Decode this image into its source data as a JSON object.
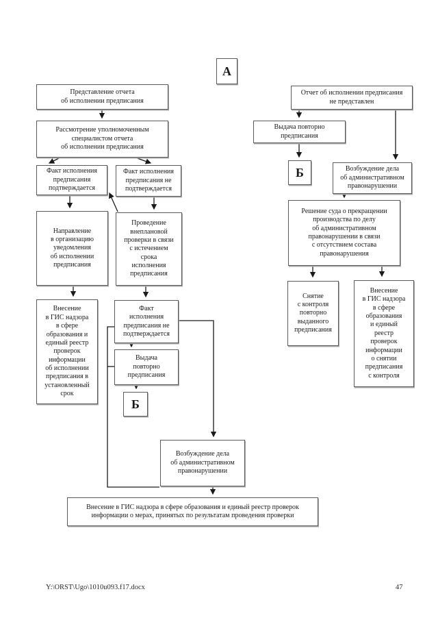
{
  "page": {
    "footer_path": "Y:\\ORST\\Ugo\\1010u093.f17.docx",
    "page_number": "47"
  },
  "colors": {
    "background": "#ffffff",
    "box_border": "#5a5a5a",
    "connector": "#1a1a1a"
  },
  "flowchart": {
    "nodes": {
      "node_a": {
        "label": "А"
      },
      "report_submitted": {
        "label": "Представление отчета\nоб исполнении предписания"
      },
      "review": {
        "label": "Рассмотрение уполномоченным\nспециалистом отчета\nоб исполнении предписания"
      },
      "fact_confirmed": {
        "label": "Факт исполнения\nпредписания\nподтверждается"
      },
      "fact_not_confirmed": {
        "label": "Факт исполнения\nпредписания не\nподтверждается"
      },
      "notification": {
        "label": "Направление\nв организацию\nуведомления\nоб исполнении\nпредписания"
      },
      "inspection": {
        "label": "Проведение\nвнеплановой\nпроверки в связи\nс истечением\nсрока\nисполнения\nпредписания"
      },
      "gis_entry_left": {
        "label": "Внесение\nв ГИС надзора\nв сфере\nобразования и\nединый реестр\nпроверок\nинформации\nоб исполнении\nпредписания в\nустановленный\nсрок"
      },
      "fact_not_confirmed2": {
        "label": "Факт\nисполнения\nпредписания не\nподтверждается"
      },
      "reissue_left": {
        "label": "Выдача\nповторно\nпредписания"
      },
      "node_b_left": {
        "label": "Б"
      },
      "case_left": {
        "label": "Возбуждение дела\nоб административном\nправонарушении"
      },
      "gis_bottom": {
        "label": "Внесение в ГИС надзора в сфере образования и единый реестр проверок\nинформации о мерах, принятых по результатам проведения проверки"
      },
      "report_not_submitted": {
        "label": "Отчет об исполнении предписания\nне представлен"
      },
      "reissue_right": {
        "label": "Выдача повторно\nпредписания"
      },
      "node_b_right": {
        "label": "Б"
      },
      "case_right": {
        "label": "Возбуждение дела\nоб административном\nправонарушении"
      },
      "court": {
        "label": "Решение суда о прекращении\nпроизводства по делу\nоб административном\nправонарушении в связи\nс отсутствием состава\nправонарушения"
      },
      "removal": {
        "label": "Снятие\nс контроля\nповторно\nвыданного\nпредписания"
      },
      "gis_right": {
        "label": "Внесение\nв ГИС надзора\nв сфере\nобразования\nи единый\nреестр\nпроверок\nинформации\nо снятии\nпредписания\nс контроля"
      }
    }
  }
}
